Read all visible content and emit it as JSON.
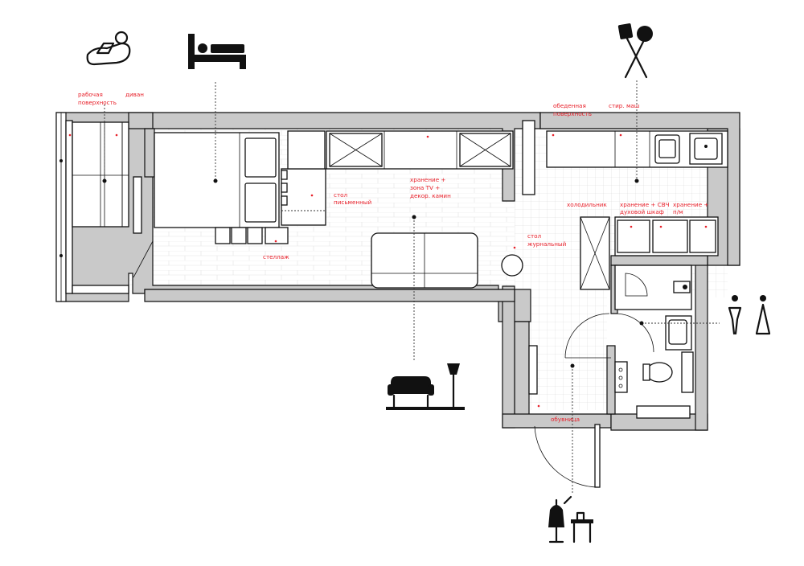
{
  "labels": {
    "work_surface_1": "рабочая",
    "work_surface_2": "поверхность",
    "sofa": "диван",
    "desk_1": "стол",
    "desk_2": "письменный",
    "storage_tv_1": "хранение +",
    "storage_tv_2": "зона TV +",
    "storage_tv_3": "декор. камин",
    "rack": "стеллаж",
    "coffee_table_1": "стол",
    "coffee_table_2": "журнальный",
    "dining_1": "обеденная",
    "dining_2": "поверхность",
    "washer": "стир. маш",
    "fridge": "холодильник",
    "microwave_1": "хранение + СВЧ",
    "microwave_2": "духовой шкаф",
    "storage_pm_1": "хранение +",
    "storage_pm_2": "п/м",
    "shoe_cabinet": "обувница"
  },
  "icons": {
    "laptop": "person-laptop-icon",
    "bed": "bed-icon",
    "kitchen": "kitchen-utensils-icon",
    "wc": "wc-icon",
    "living": "sofa-lamp-icon",
    "hall": "coat-rack-icon"
  },
  "colors": {
    "label": "#e8202a",
    "wall": "#c9c9c9",
    "line": "#111111"
  }
}
